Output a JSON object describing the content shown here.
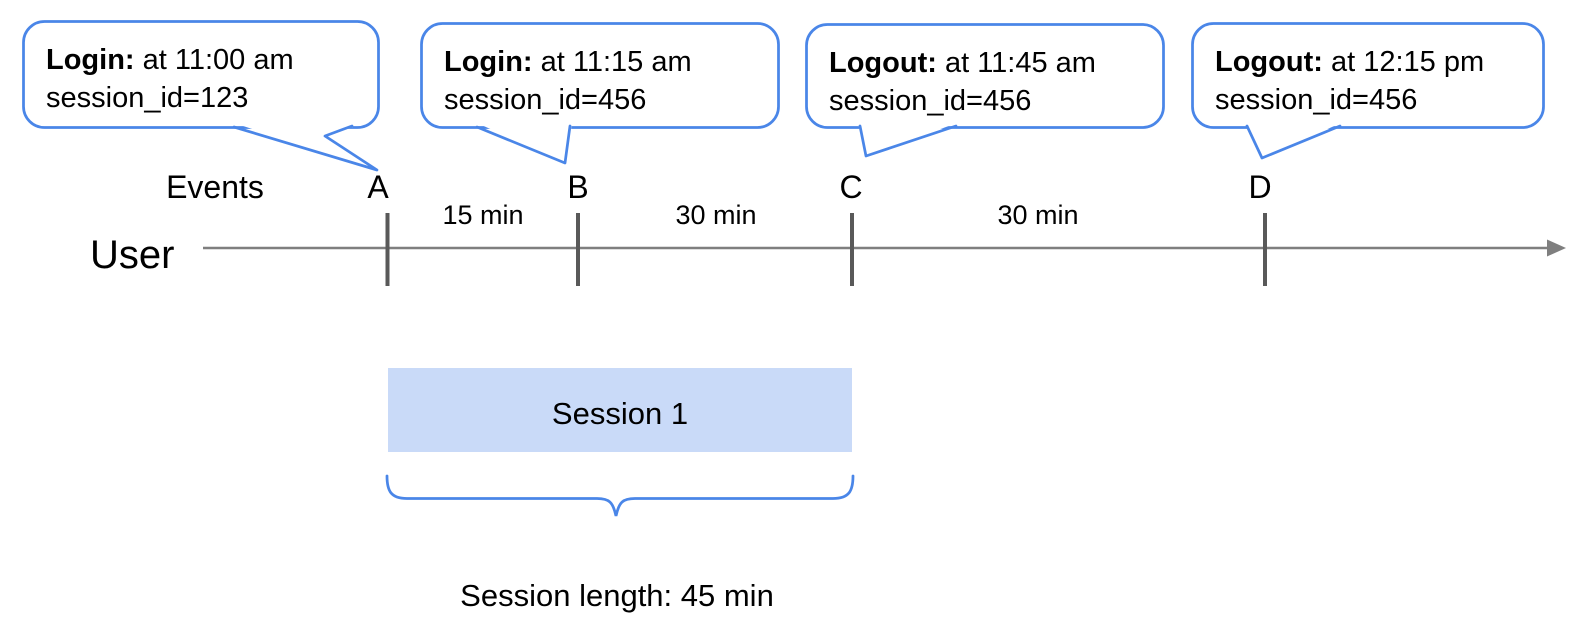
{
  "colors": {
    "accent_blue": "#4a86e8",
    "bar_fill": "#c9daf8",
    "line_gray": "#7f7f7f",
    "tick_gray": "#595959",
    "text_black": "#000000"
  },
  "callouts": [
    {
      "event_type": "Login:",
      "time_text": " at 11:00 am",
      "session_text": "session_id=123"
    },
    {
      "event_type": "Login:",
      "time_text": " at 11:15 am",
      "session_text": "session_id=456"
    },
    {
      "event_type": "Logout:",
      "time_text": " at 11:45 am",
      "session_text": "session_id=456"
    },
    {
      "event_type": "Logout:",
      "time_text": " at 12:15 pm",
      "session_text": "session_id=456"
    }
  ],
  "timeline": {
    "events_label": "Events",
    "user_label": "User",
    "event_markers": [
      "A",
      "B",
      "C",
      "D"
    ],
    "intervals": [
      "15 min",
      "30 min",
      "30 min"
    ]
  },
  "session": {
    "bar_label": "Session 1",
    "length_label": "Session length: 45 min"
  }
}
